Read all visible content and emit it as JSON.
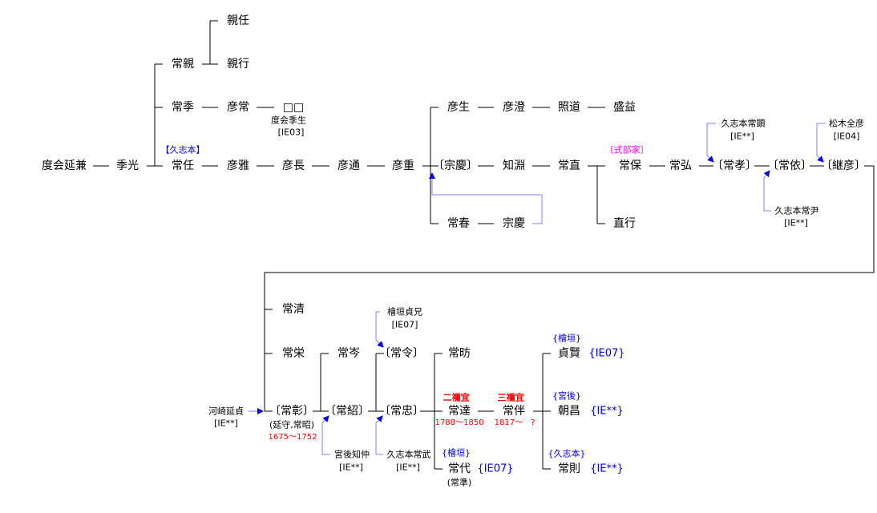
{
  "top": {
    "watarai_nobukane": "度会延兼",
    "suemitsu": "季光",
    "tsunechika": "常親",
    "chikatō": "親任",
    "chikayuki": "親行",
    "tsunesue": "常季",
    "hikotsune": "彦常",
    "unknown": "□□",
    "watarai_suenari": "度会季生",
    "ie03": "[IE03]",
    "kushimoto_tag": "【久志本】",
    "tsunetō": "常任",
    "hikomasa": "彦雅",
    "hikonaga": "彦長",
    "hikomichi": "彦通",
    "hikoshige": "彦重",
    "hikonari": "彦生",
    "hikozumi": "彦澄",
    "terumichi": "照道",
    "moriyasu": "盛益",
    "muneyoshi_b": "〔宗慶〕",
    "tomofuchi": "知淵",
    "tsunenao": "常直",
    "tsuneharu": "常春",
    "muneyoshi": "宗慶",
    "naoyuki": "直行",
    "shikibu_tag": "〔式部家〕",
    "tsuneyasu": "常保",
    "tsunehiro": "常弘",
    "tsunetaka": "〔常孝〕",
    "tsuneyori": "〔常依〕",
    "tsuguhiko": "〔継彦〕",
    "kushimoto_tsuneaki": "久志本常顕",
    "ie_a": "[IE**]",
    "matsuki_masahiko": "松木全彦",
    "ie04": "[IE04]",
    "kushimoto_tsunetada": "久志本常尹",
    "ie_b": "[IE**]"
  },
  "bottom": {
    "tsunekiyo": "常清",
    "tsunehisa": "常栄",
    "tsuneaki": "〔常彰〕",
    "tsuneaki_alt": "(延守,常昭)",
    "tsuneaki_years": "1675～1752",
    "kawasaki_nobusada": "河崎延貞",
    "ie_c": "[IE**]",
    "tsunemine": "常岑",
    "tsunetsugu": "〔常紹〕",
    "miyajiri_tomonaka": "宮後知仲",
    "ie_d": "[IE**]",
    "higaki_sadae": "檜垣貞兄",
    "ie07": "[IE07]",
    "tsunenori_b": "〔常令〕",
    "tsunetada": "〔常忠〕",
    "kushimoto_tsunetake": "久志本常武",
    "ie_e": "[IE**]",
    "tsuneaki2": "常昉",
    "ninegi": "二禰宜",
    "tsunesato": "常達",
    "tsunesato_years": "1788～1850",
    "higaki_tag1": "{檜垣}",
    "tsuneyo": "常代",
    "tsuneyo_ie": "{IE07}",
    "tsuneyo_alt": "(常準)",
    "sannegi": "三禰宜",
    "tsunetomo": "常伴",
    "tsunetomo_years": "1817～　?",
    "higaki_tag2": "{檜垣}",
    "sadakata": "貞賢",
    "sadakata_ie": "{IE07}",
    "miyajiri_tag": "{宮後}",
    "tomomasa": "朝昌",
    "tomomasa_ie": "{IE**}",
    "kushimoto_tag2": "{久志本}",
    "tsunenori": "常則",
    "tsunenori_ie": "{IE**}"
  },
  "colors": {
    "line": "#000000",
    "adoption": "#8080ff",
    "arrow": "#0000ff",
    "tag_blue": "#0000ff",
    "tag_magenta": "#ff00ff",
    "red": "#ff0000"
  }
}
